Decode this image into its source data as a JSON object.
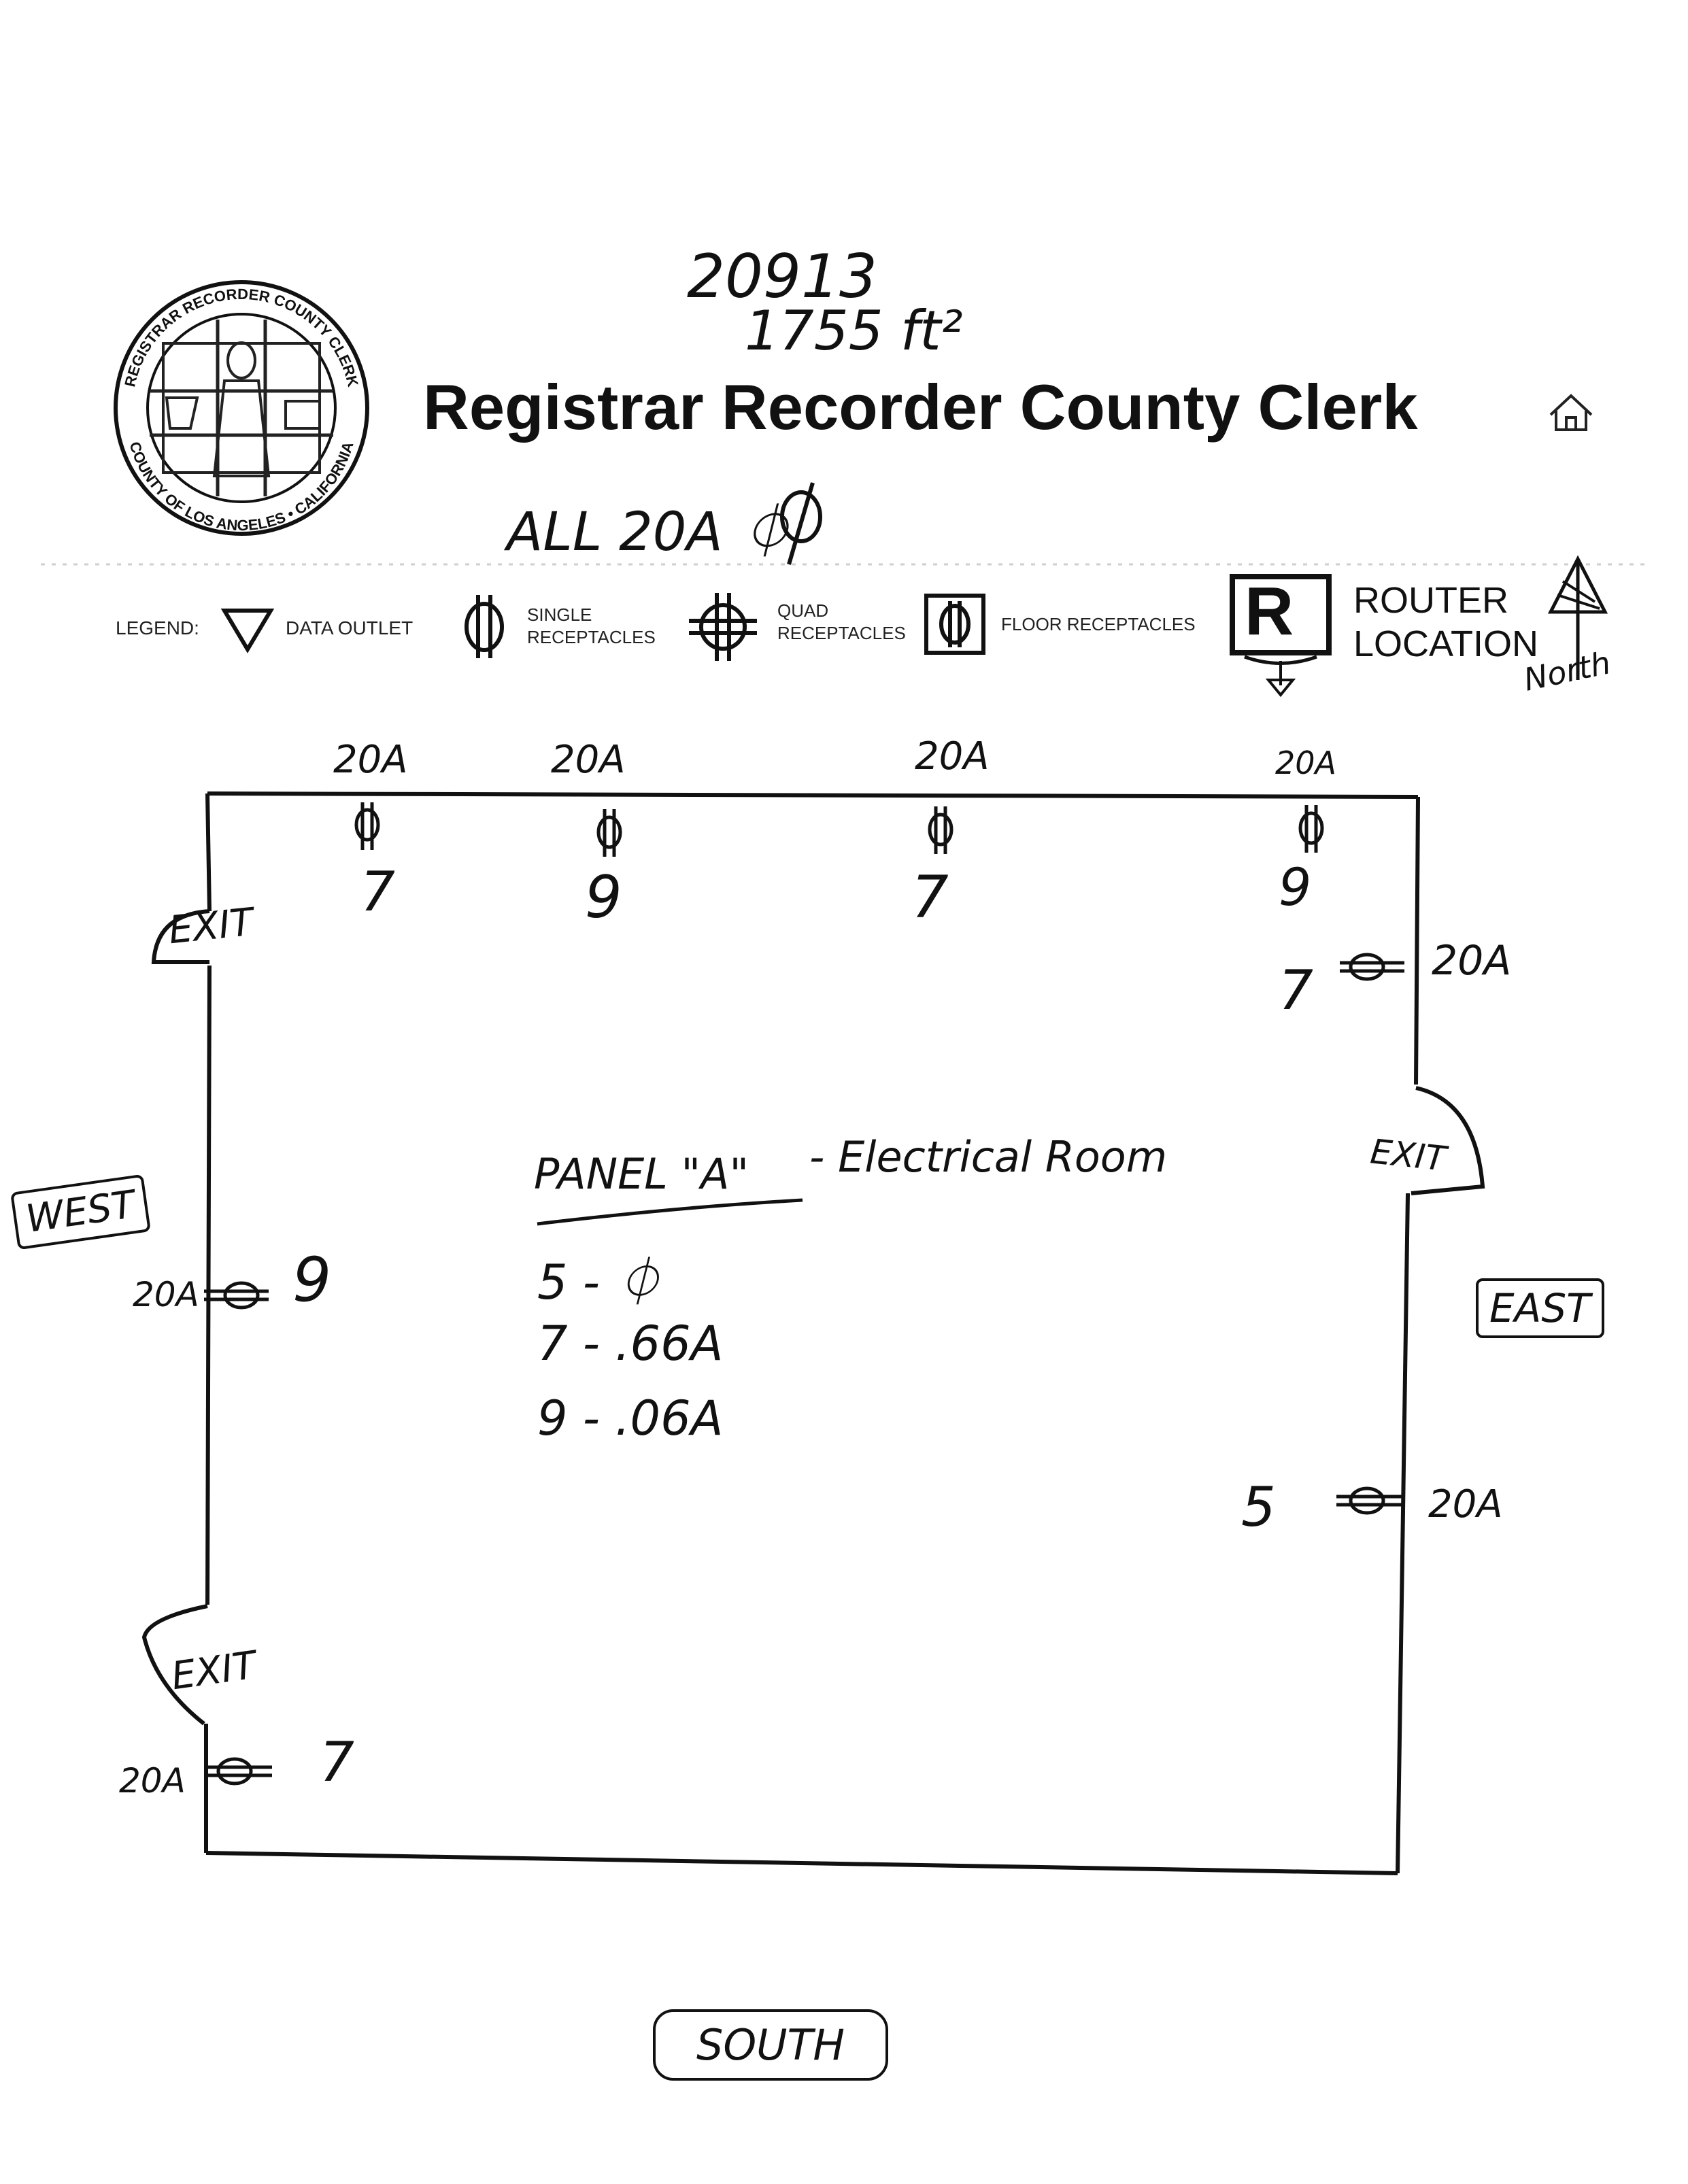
{
  "header": {
    "title": "Registrar Recorder County Clerk",
    "room_number": "20913",
    "area": "1755 ft²",
    "note": "ALL 20A ⏀"
  },
  "seal": {
    "text_top": "REGISTRAR RECORDER COUNTY CLERK",
    "text_bottom": "COUNTY OF LOS ANGELES • CALIFORNIA"
  },
  "legend": {
    "label": "LEGEND:",
    "data_outlet": "DATA OUTLET",
    "single_line1": "SINGLE",
    "single_line2": "RECEPTACLES",
    "quad_line1": "QUAD",
    "quad_line2": "RECEPTACLES",
    "floor": "FLOOR RECEPTACLES",
    "router_symbol": "R",
    "router_line1": "ROUTER",
    "router_line2": "LOCATION",
    "north": "North"
  },
  "plan": {
    "top_receptacles": [
      {
        "amps": "20A",
        "circuit": "7"
      },
      {
        "amps": "20A",
        "circuit": "9"
      },
      {
        "amps": "20A",
        "circuit": "7"
      },
      {
        "amps": "20A",
        "circuit": "9"
      }
    ],
    "east_upper": {
      "circuit": "7",
      "amps": "20A"
    },
    "east_lower": {
      "circuit": "5",
      "amps": "20A"
    },
    "west_mid": {
      "amps": "20A",
      "circuit": "9"
    },
    "west_low": {
      "amps": "20A",
      "circuit": "7"
    },
    "exits": [
      "EXIT",
      "EXIT",
      "EXIT"
    ],
    "west": "WEST",
    "east": "EAST",
    "south": "SOUTH",
    "panel": {
      "title": "PANEL \"A\"",
      "location": "- Electrical Room",
      "lines": [
        "5 - ⏀",
        "7 - .66A",
        "9 - .06A"
      ]
    }
  }
}
